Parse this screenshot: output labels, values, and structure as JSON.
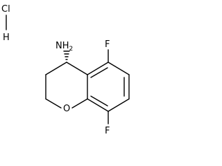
{
  "molecule": {
    "labels": {
      "cl": "Cl",
      "h": "H",
      "nh": "NH",
      "nh_sub": "2",
      "f_top": "F",
      "f_bottom": "F",
      "o": "O"
    },
    "stereo": "wedge-hashed",
    "salt": "hydrochloride"
  }
}
